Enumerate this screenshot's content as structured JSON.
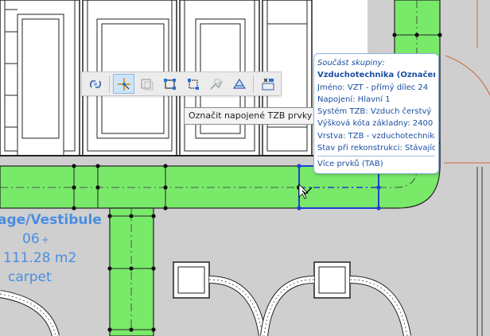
{
  "toolbar": {
    "buttons": [
      {
        "icon": "link-duct-icon"
      },
      {
        "icon": "select-connected-icon",
        "active": true
      },
      {
        "icon": "group-edit-icon"
      },
      {
        "icon": "node-edit-icon"
      },
      {
        "icon": "bounding-box-icon"
      },
      {
        "icon": "route-icon"
      },
      {
        "icon": "transform-icon"
      },
      {
        "icon": "mep-layer-icon"
      }
    ]
  },
  "tooltip": {
    "text": "Označit napojené TZB prvky"
  },
  "info": {
    "header": "Součást skupiny:",
    "title": "Vzduchotechnika (Označeno)",
    "rows": [
      "Jméno: VZT - přímý dílec 24",
      "Napojení: Hlavní 1",
      "Systém TZB: Vzduch čerstvý",
      "Výšková kóta základny: 2400",
      "Vrstva: TZB - vzduchotechnika",
      "Stav při rekonstrukci: Stávající"
    ],
    "more": "Více prvků (TAB)"
  },
  "room": {
    "name": "age/Vestibule",
    "number": "06",
    "area": "111.28 m2",
    "material": "carpet"
  },
  "colors": {
    "duct": "#79e96a",
    "duct_selected": "#1f3fd6",
    "floor": "#cfcfcf",
    "wall": "#222222",
    "room_text": "#4a8ee2",
    "accent": "#1b4fa3"
  }
}
